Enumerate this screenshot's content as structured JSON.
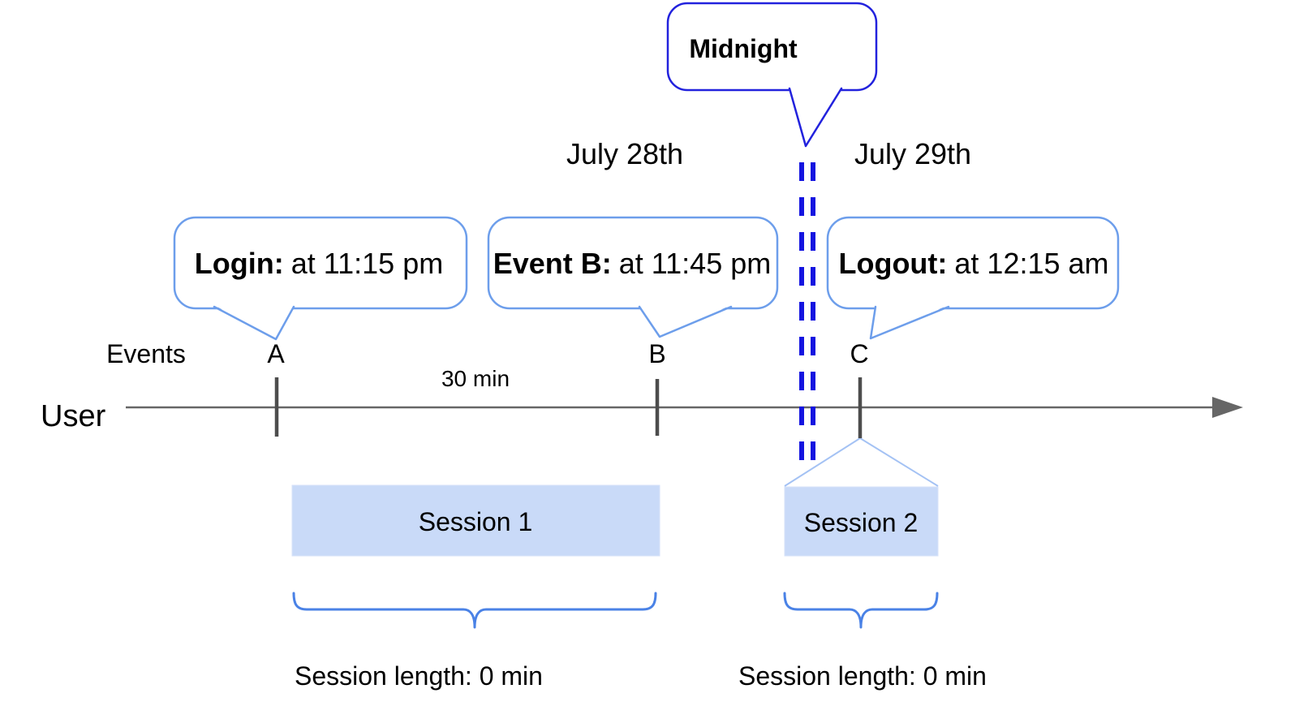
{
  "callouts": {
    "midnight": {
      "label": "Midnight"
    },
    "login": {
      "bold": "Login:",
      "rest": "at 11:15 pm"
    },
    "event_b": {
      "bold": "Event B:",
      "rest": "at 11:45 pm"
    },
    "logout": {
      "bold": "Logout:",
      "rest": "at 12:15 am"
    }
  },
  "dates": {
    "before_midnight": "July 28th",
    "after_midnight": "July 29th"
  },
  "timeline": {
    "row_label": "User",
    "events_label": "Events",
    "event_markers": [
      "A",
      "B",
      "C"
    ],
    "interval_label": "30 min"
  },
  "sessions": {
    "session1": {
      "label": "Session 1",
      "length": "Session length: 0 min"
    },
    "session2": {
      "label": "Session 2",
      "length": "Session length: 0 min"
    }
  },
  "colors": {
    "callout_border": "#6d9eeb",
    "midnight_border": "#2222dd",
    "midnight_divider": "#1414e0",
    "session_fill": "#c9daf8",
    "brace": "#4a82e6",
    "timeline": "#666666",
    "tick": "#4d4d4d",
    "connector": "#a4c2f4",
    "text": "#000000"
  }
}
